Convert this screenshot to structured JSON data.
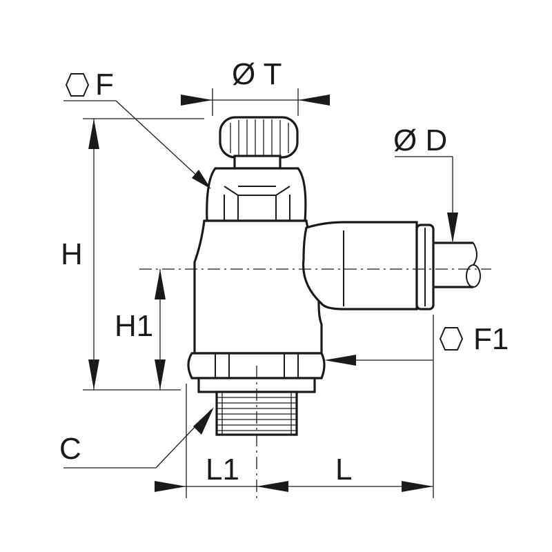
{
  "labels": {
    "hex_f": "F",
    "dia_t": "Ø T",
    "dia_d": "Ø D",
    "h": "H",
    "h1": "H1",
    "hex_f1": "F1",
    "c": "C",
    "l1": "L1",
    "l": "L"
  },
  "icons": {
    "hex_f": "hexagon-icon",
    "hex_f1": "hexagon-icon"
  }
}
